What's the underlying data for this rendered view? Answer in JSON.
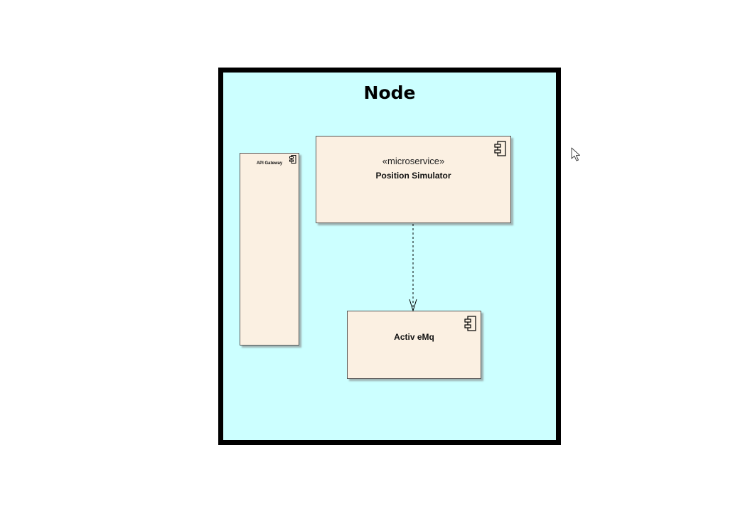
{
  "node": {
    "title": "Node"
  },
  "components": {
    "api_gateway": {
      "name": "API Gateway",
      "icon": "component-icon"
    },
    "position_simulator": {
      "stereotype": "«microservice»",
      "name": "Position Simulator",
      "icon": "component-icon"
    },
    "activemq": {
      "name": "Activ eMq",
      "icon": "component-icon"
    }
  },
  "edges": [
    {
      "from": "Position Simulator",
      "to": "Activ eMq",
      "style": "dashed",
      "arrow": "open-arrowhead"
    }
  ],
  "colors": {
    "node_fill": "#ccffff",
    "node_border": "#000000",
    "component_fill": "#fbf0e2",
    "component_border": "#555555"
  },
  "cursor": {
    "icon": "mouse-pointer-icon"
  }
}
